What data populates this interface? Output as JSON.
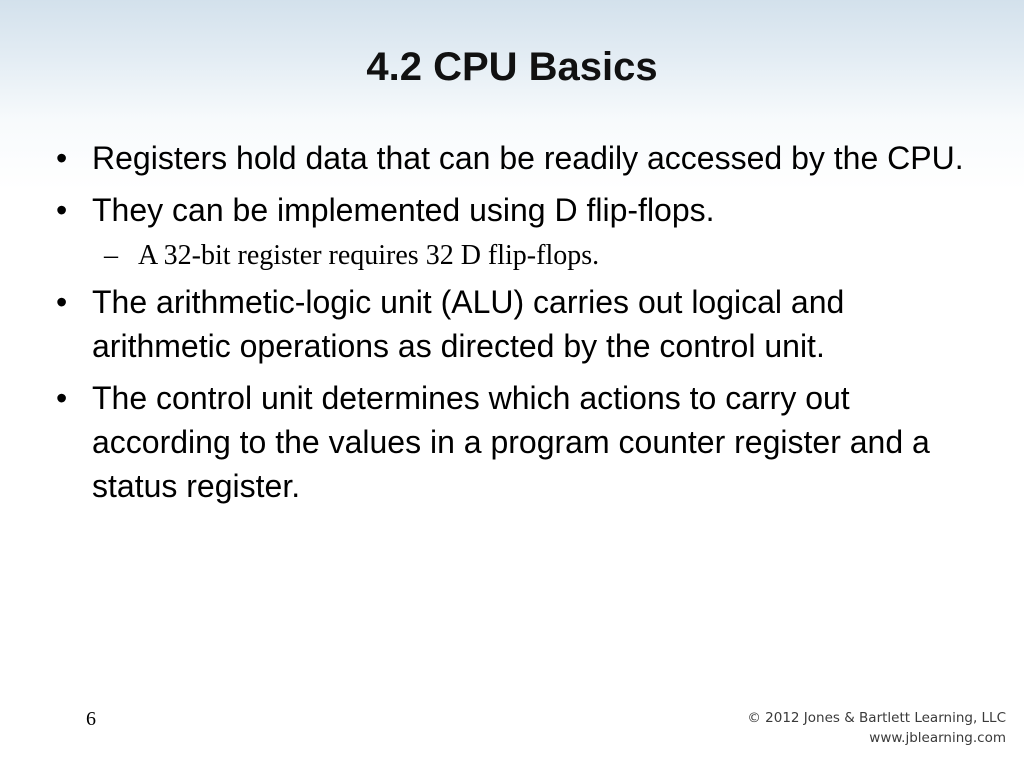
{
  "slide": {
    "title": "4.2 CPU Basics",
    "bullet_symbol": "•",
    "sub_bullet_symbol": "–",
    "bullets": [
      "Registers hold data that can be readily accessed by the CPU.",
      "They can be implemented using D flip-flops.",
      "The arithmetic-logic unit (ALU) carries out logical and arithmetic operations as directed by the control unit.",
      "The control unit determines which actions to carry out according to the values in a program counter register and a status register."
    ],
    "sub_bullets": [
      "A 32-bit register requires 32 D flip-flops."
    ]
  },
  "footer": {
    "page_number": "6",
    "copyright_line1": "© 2012 Jones & Bartlett Learning, LLC",
    "copyright_line2": "www.jblearning.com"
  }
}
